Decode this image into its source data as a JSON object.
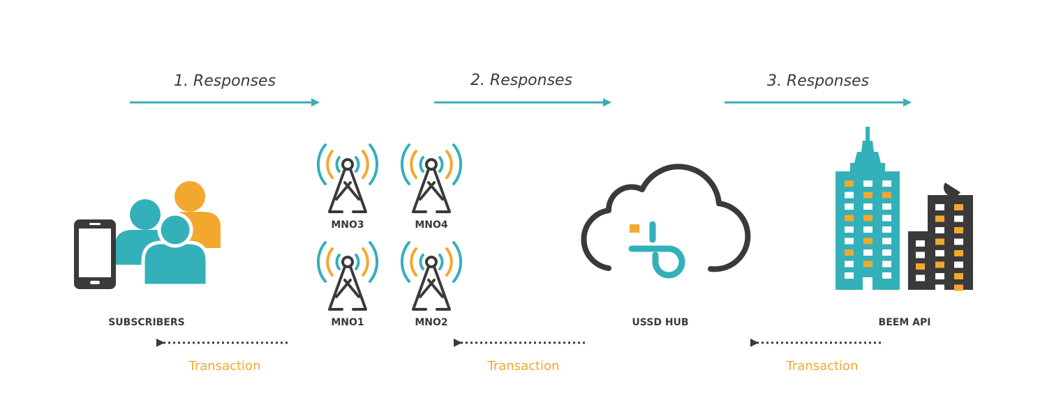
{
  "colors": {
    "teal": "#33b0b9",
    "orange": "#f2a82e",
    "dark": "#3a3a3a",
    "white": "#ffffff"
  },
  "responses": [
    {
      "label": "1. Responses"
    },
    {
      "label": "2. Responses"
    },
    {
      "label": "3. Responses"
    }
  ],
  "transactions": [
    {
      "label": "Transaction"
    },
    {
      "label": "Transaction"
    },
    {
      "label": "Transaction"
    }
  ],
  "nodes": {
    "subscribers": {
      "label": "SUBSCRIBERS",
      "icon": "subscribers-icon"
    },
    "mno": [
      {
        "label": "MNO3",
        "icon": "cell-tower-icon"
      },
      {
        "label": "MNO4",
        "icon": "cell-tower-icon"
      },
      {
        "label": "MNO1",
        "icon": "cell-tower-icon"
      },
      {
        "label": "MNO2",
        "icon": "cell-tower-icon"
      }
    ],
    "ussd_hub": {
      "label": "USSD HUB",
      "icon": "cloud-icon"
    },
    "beem_api": {
      "label": "BEEM API",
      "icon": "buildings-icon"
    }
  }
}
